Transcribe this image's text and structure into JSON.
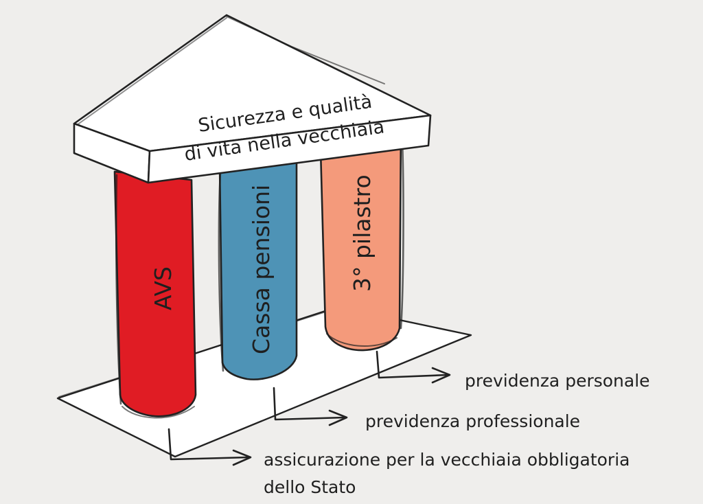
{
  "roof": {
    "line1": "Sicurezza e qualità",
    "line2": "di vita nella vecchiaia"
  },
  "pillars": [
    {
      "label": "AVS",
      "color": "#e01c24"
    },
    {
      "label": "Cassa pensioni",
      "color": "#4e93b6"
    },
    {
      "label": "3° pilastro",
      "color": "#f49a7b"
    }
  ],
  "annotations": [
    {
      "text": "previdenza  personale"
    },
    {
      "text": "previdenza professionale"
    },
    {
      "text": "assicurazione  per la vecchiaia obbligatoria"
    },
    {
      "text": "dello Stato"
    }
  ],
  "colors": {
    "background": "#efeeec",
    "ink": "#222222",
    "roof": "#ffffff",
    "base": "#ffffff"
  }
}
